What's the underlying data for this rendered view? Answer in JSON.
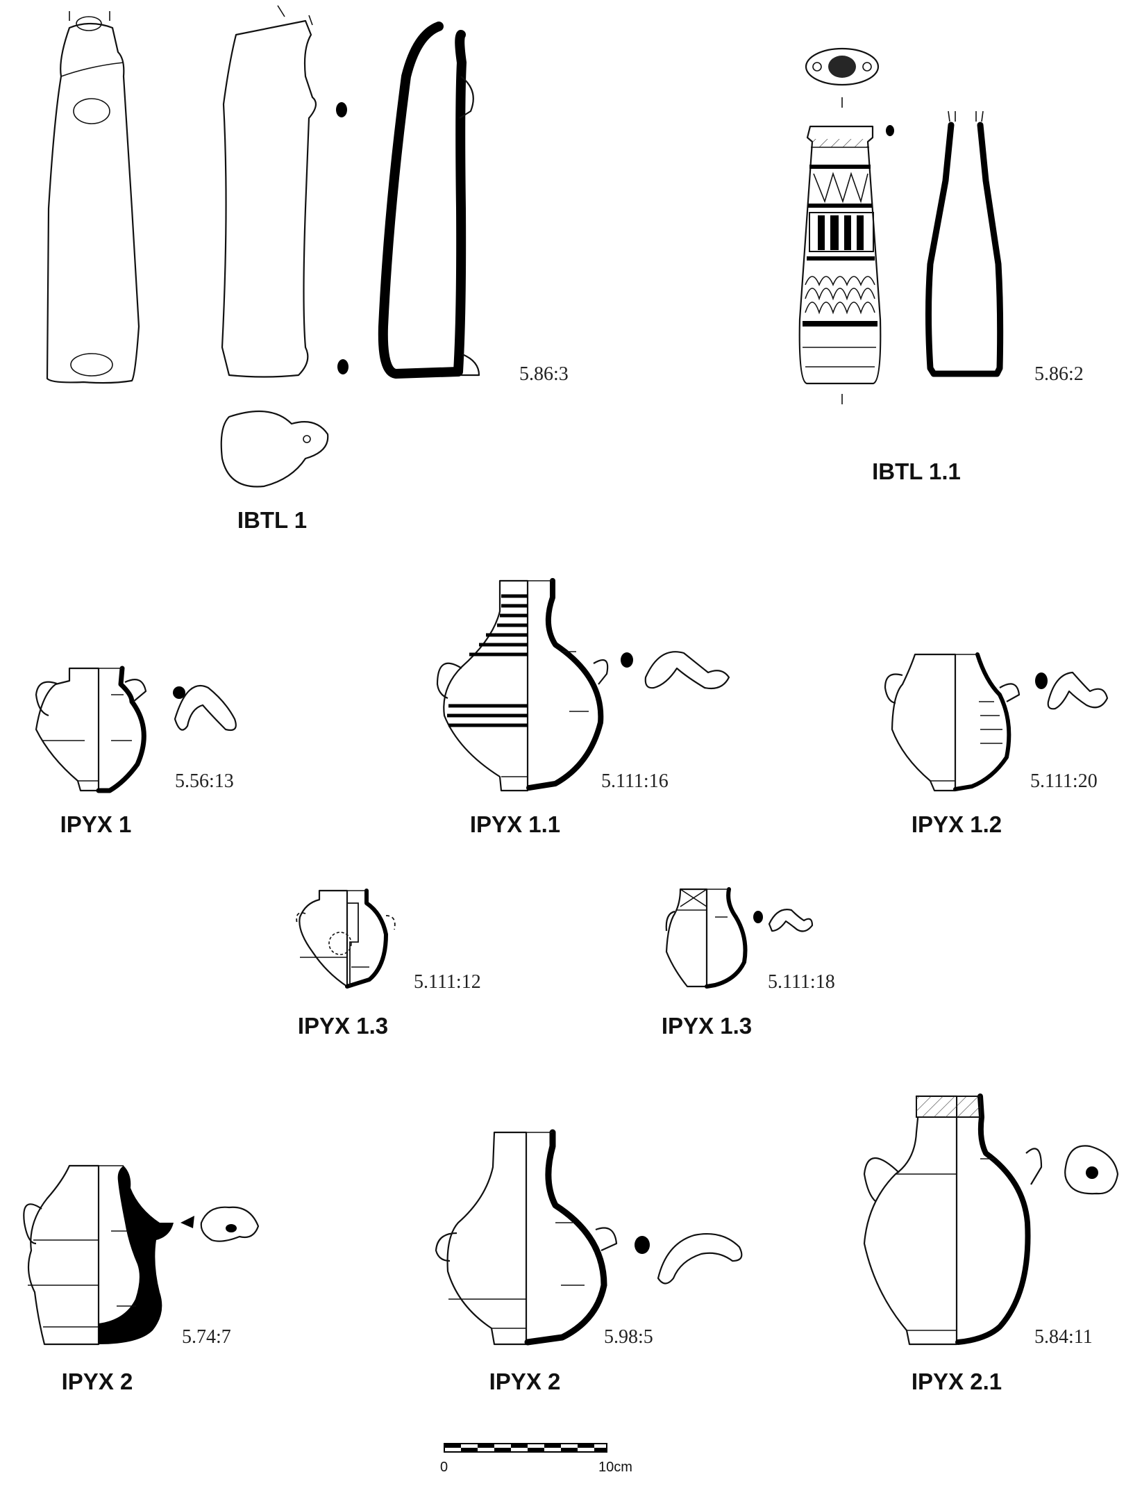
{
  "colors": {
    "ink": "#111111",
    "background": "#ffffff",
    "stipple": "#9a9a9a"
  },
  "figures": [
    {
      "label": "IBTL 1",
      "ref": "5.86:3"
    },
    {
      "label": "IBTL 1.1",
      "ref": "5.86:2"
    },
    {
      "label": "IPYX 1",
      "ref": "5.56:13"
    },
    {
      "label": "IPYX 1.1",
      "ref": "5.111:16"
    },
    {
      "label": "IPYX 1.2",
      "ref": "5.111:20"
    },
    {
      "label": "IPYX 1.3",
      "ref": "5.111:12"
    },
    {
      "label": "IPYX 1.3",
      "ref": "5.111:18"
    },
    {
      "label": "IPYX 2",
      "ref": "5.74:7"
    },
    {
      "label": "IPYX 2",
      "ref": "5.98:5"
    },
    {
      "label": "IPYX 2.1",
      "ref": "5.84:11"
    }
  ],
  "scale_bar": {
    "start_label": "0",
    "end_label": "10cm"
  }
}
